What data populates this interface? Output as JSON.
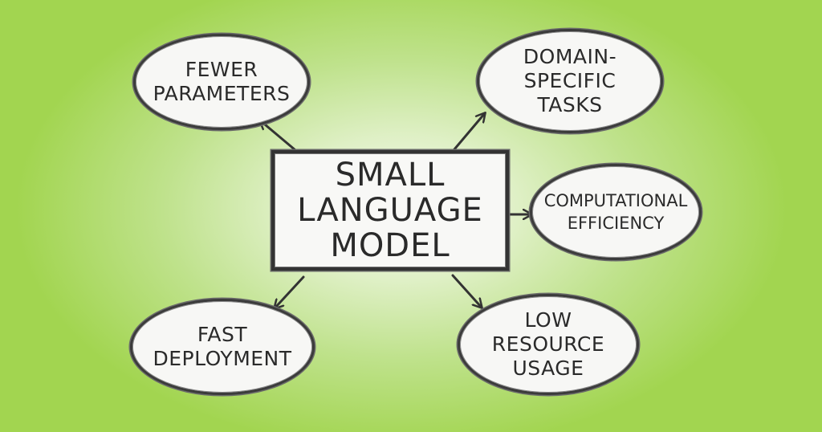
{
  "diagram": {
    "type": "mind-map",
    "background": {
      "edge_color": "#a0d44c",
      "center_color": "#f4f9ec"
    },
    "center": {
      "lines": [
        "Small",
        "Language",
        "Model"
      ]
    },
    "nodes": [
      {
        "id": "fewer-parameters",
        "lines": [
          "Fewer",
          "Parameters"
        ],
        "position": "top-left"
      },
      {
        "id": "domain-specific-tasks",
        "lines": [
          "Domain-",
          "Specific",
          "Tasks"
        ],
        "position": "top-right"
      },
      {
        "id": "computational-efficiency",
        "lines": [
          "Computational",
          "Efficiency"
        ],
        "position": "right"
      },
      {
        "id": "fast-deployment",
        "lines": [
          "Fast",
          "Deployment"
        ],
        "position": "bottom-left"
      },
      {
        "id": "low-resource-usage",
        "lines": [
          "Low",
          "Resource",
          "Usage"
        ],
        "position": "bottom-right"
      }
    ],
    "edges": [
      {
        "from": "center",
        "to": "fewer-parameters"
      },
      {
        "from": "center",
        "to": "domain-specific-tasks"
      },
      {
        "from": "center",
        "to": "computational-efficiency"
      },
      {
        "from": "center",
        "to": "fast-deployment"
      },
      {
        "from": "center",
        "to": "low-resource-usage"
      }
    ]
  }
}
